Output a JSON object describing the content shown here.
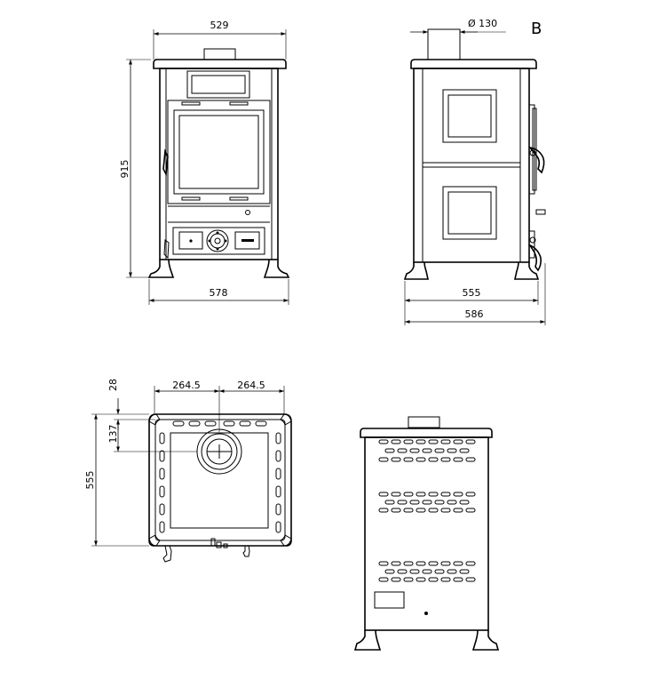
{
  "sheet": {
    "view_label": "B",
    "dimensions": {
      "front_top_width": "529",
      "front_height": "915",
      "front_base_width": "578",
      "side_pipe_diameter": "Ø 130",
      "side_body_depth": "555",
      "side_total_depth": "586",
      "top_setback": "28",
      "top_flue_offset": "137",
      "top_half_left": "264.5",
      "top_half_right": "264.5",
      "top_depth": "555"
    }
  }
}
